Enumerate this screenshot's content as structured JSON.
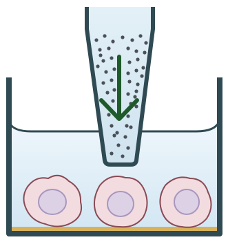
{
  "diagram": {
    "components": [
      "well-wall",
      "culture-medium",
      "membrane-insert",
      "particles",
      "downward-arrow",
      "cells",
      "substrate-layer"
    ],
    "icons": [
      "down-arrow-icon"
    ],
    "colors": {
      "wall": "#2f4a52",
      "medium_top": "#eef6fb",
      "medium_bottom": "#d2e6f3",
      "insert_fill": "#d6e8f2",
      "insert_outline": "#2f4a52",
      "particle": "#4a5058",
      "arrow": "#1f5a2a",
      "cell_fill": "#f2dce0",
      "cell_outline": "#8a4a55",
      "nucleus_fill": "#ddd1e6",
      "nucleus_outline": "#a996bd",
      "substrate": "#d8b25a"
    },
    "cell_count": 3
  }
}
